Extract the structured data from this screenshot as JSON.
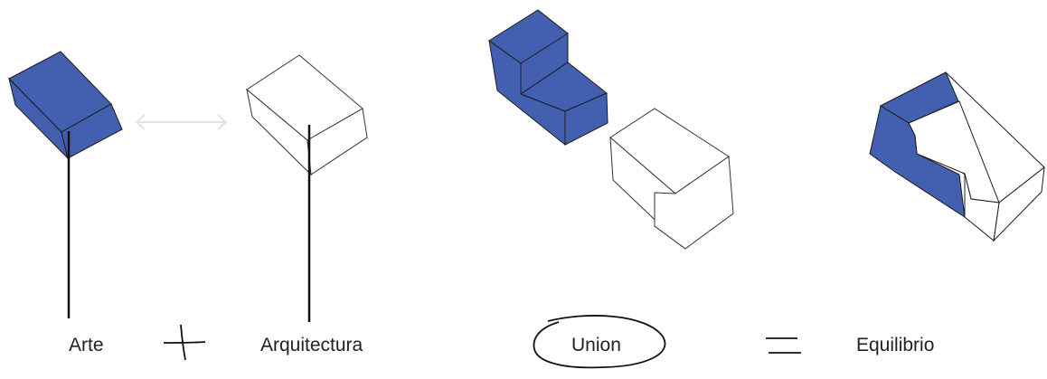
{
  "labels": {
    "art": "Arte",
    "architecture": "Arquitectura",
    "union": "Union",
    "balance": "Equilibrio"
  },
  "operators": {
    "plus": "plus-icon",
    "equals": "equals-icon"
  },
  "colors": {
    "blue": "#4360B0",
    "outline": "#1c1c1c",
    "arrow": "#e3e3e3"
  }
}
